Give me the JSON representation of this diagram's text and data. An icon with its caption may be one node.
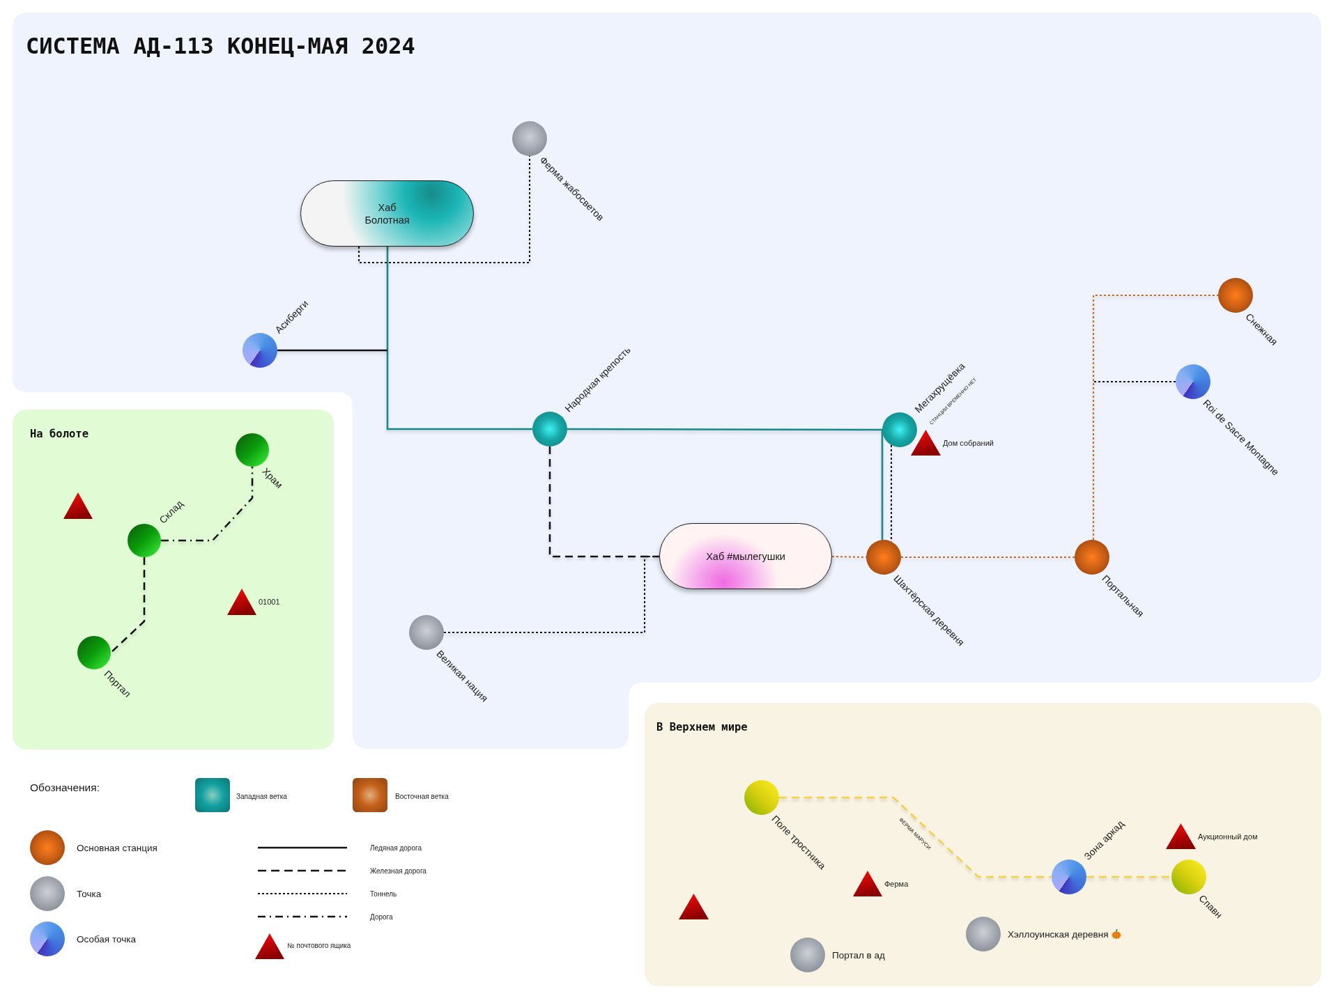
{
  "diagram": {
    "title": "СИСТЕМА АД-113 КОНЕЦ-МАЯ 2024",
    "nodes": [
      {
        "text": [
          "Хаб Болотная"
        ]
      },
      {
        "text": [
          "Ферма жабосветов"
        ]
      },
      {
        "text": [
          "Асиберги"
        ]
      },
      {
        "text": [
          "Снежная"
        ]
      },
      {
        "text": [
          "Народная крепость"
        ]
      },
      {
        "text": [
          "Мегахрущёвка"
        ]
      },
      {
        "text": [
          "Дом собраний"
        ]
      },
      {
        "text": [
          "Roi de Sacre Montagne"
        ]
      },
      {
        "text": [
          "На болоте"
        ]
      },
      {
        "text": [
          "Храм"
        ],
        "in": 8
      },
      {
        "text": [],
        "shape": "triangle",
        "in": 8
      },
      {
        "text": [
          "Склад"
        ],
        "in": 8
      },
      {
        "text": [
          "01001"
        ],
        "in": 8
      },
      {
        "text": [
          "Портал"
        ],
        "in": 8
      },
      {
        "text": [
          "Хаб #мылегушки"
        ]
      },
      {
        "text": [
          "Шахтёрская деревня"
        ]
      },
      {
        "text": [
          "Портальная"
        ]
      },
      {
        "text": [
          "Великая нация"
        ]
      },
      {
        "text": [
          "В Верхнем мире"
        ]
      },
      {
        "text": [
          "Поле тростника"
        ],
        "in": 18
      },
      {
        "text": [
          "Аукционный дом"
        ],
        "in": 18
      },
      {
        "text": [
          "Зона аркад"
        ],
        "in": 18
      },
      {
        "text": [
          "Спавн"
        ],
        "in": 18
      },
      {
        "text": [
          "Ферма"
        ],
        "in": 18
      },
      {
        "text": [],
        "shape": "triangle",
        "in": 18
      },
      {
        "text": [
          "Хэллоуинская деревня"
        ],
        "in": 18
      },
      {
        "text": [
          "Портал в ад"
        ],
        "in": 18
      }
    ],
    "edges": [
      {
        "from": 0,
        "to": 4,
        "arrow": "none",
        "color": "#138888"
      },
      {
        "from": 2,
        "to": null,
        "arrow": "none"
      },
      {
        "from": 0,
        "to": 1,
        "arrow": "none",
        "style": "dashed"
      },
      {
        "from": 4,
        "to": 5,
        "arrow": "none",
        "color": "#138888"
      },
      {
        "from": 5,
        "to": 15,
        "arrow": "none",
        "color": "#138888"
      },
      {
        "from": 5,
        "to": 15,
        "arrow": "none",
        "style": "dashed"
      },
      {
        "from": 4,
        "to": 14,
        "arrow": "none",
        "style": "dashed"
      },
      {
        "from": 17,
        "to": 14,
        "arrow": "none",
        "style": "dashed"
      },
      {
        "from": 14,
        "to": 15,
        "arrow": "none",
        "style": "dashed",
        "color": "#d0661c"
      },
      {
        "from": 15,
        "to": 16,
        "arrow": "none",
        "style": "dashed",
        "color": "#d0661c"
      },
      {
        "from": 16,
        "to": 3,
        "arrow": "none",
        "style": "dashed",
        "color": "#d0661c"
      },
      {
        "from": 7,
        "to": null,
        "arrow": "none",
        "style": "dashed"
      },
      {
        "from": 11,
        "to": 9,
        "arrow": "none",
        "style": "dashed"
      },
      {
        "from": 11,
        "to": 13,
        "arrow": "none",
        "style": "dashed"
      },
      {
        "from": 19,
        "to": 21,
        "arrow": "none",
        "style": "dashed",
        "color": "#f5d142",
        "label": "ФЕРМА МАРУСИ"
      },
      {
        "from": 21,
        "to": 22,
        "arrow": "none",
        "style": "dashed",
        "color": "#f5d142"
      }
    ],
    "labels": [
      "СТАНЦИИ ВРЕМЕННО НЕТ",
      "Обозначения:"
    ],
    "legend": [
      {
        "text": "Западная ветка",
        "color": "#12a0a0"
      },
      {
        "text": "Восточная ветка",
        "color": "#c4601a"
      },
      {
        "text": "Основная станция"
      },
      {
        "text": "Точка"
      },
      {
        "text": "Особая точка"
      },
      {
        "text": "Ледяная дорога"
      },
      {
        "text": "Железная дорога"
      },
      {
        "text": "Тоннель"
      },
      {
        "text": "Дорога"
      },
      {
        "text": "№ почтового ящика"
      }
    ]
  }
}
